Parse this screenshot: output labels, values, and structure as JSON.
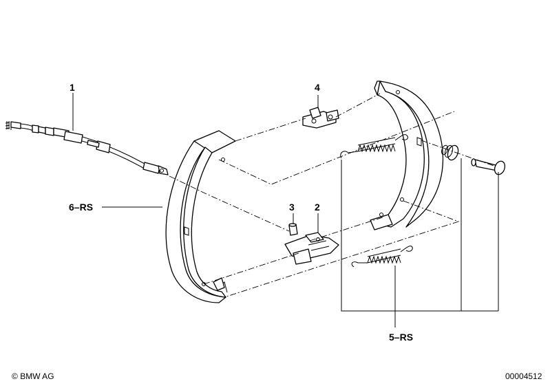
{
  "callouts": {
    "c1": "1",
    "c2": "2",
    "c3": "3",
    "c4": "4",
    "c5": "5",
    "c5_suffix": "RS",
    "c6": "6",
    "c6_suffix": "RS",
    "dash": "–"
  },
  "footer": {
    "copyright_symbol": "©",
    "brand": "BMW AG",
    "diagram_number": "00004512"
  },
  "icons": [
    "copyright-icon"
  ]
}
